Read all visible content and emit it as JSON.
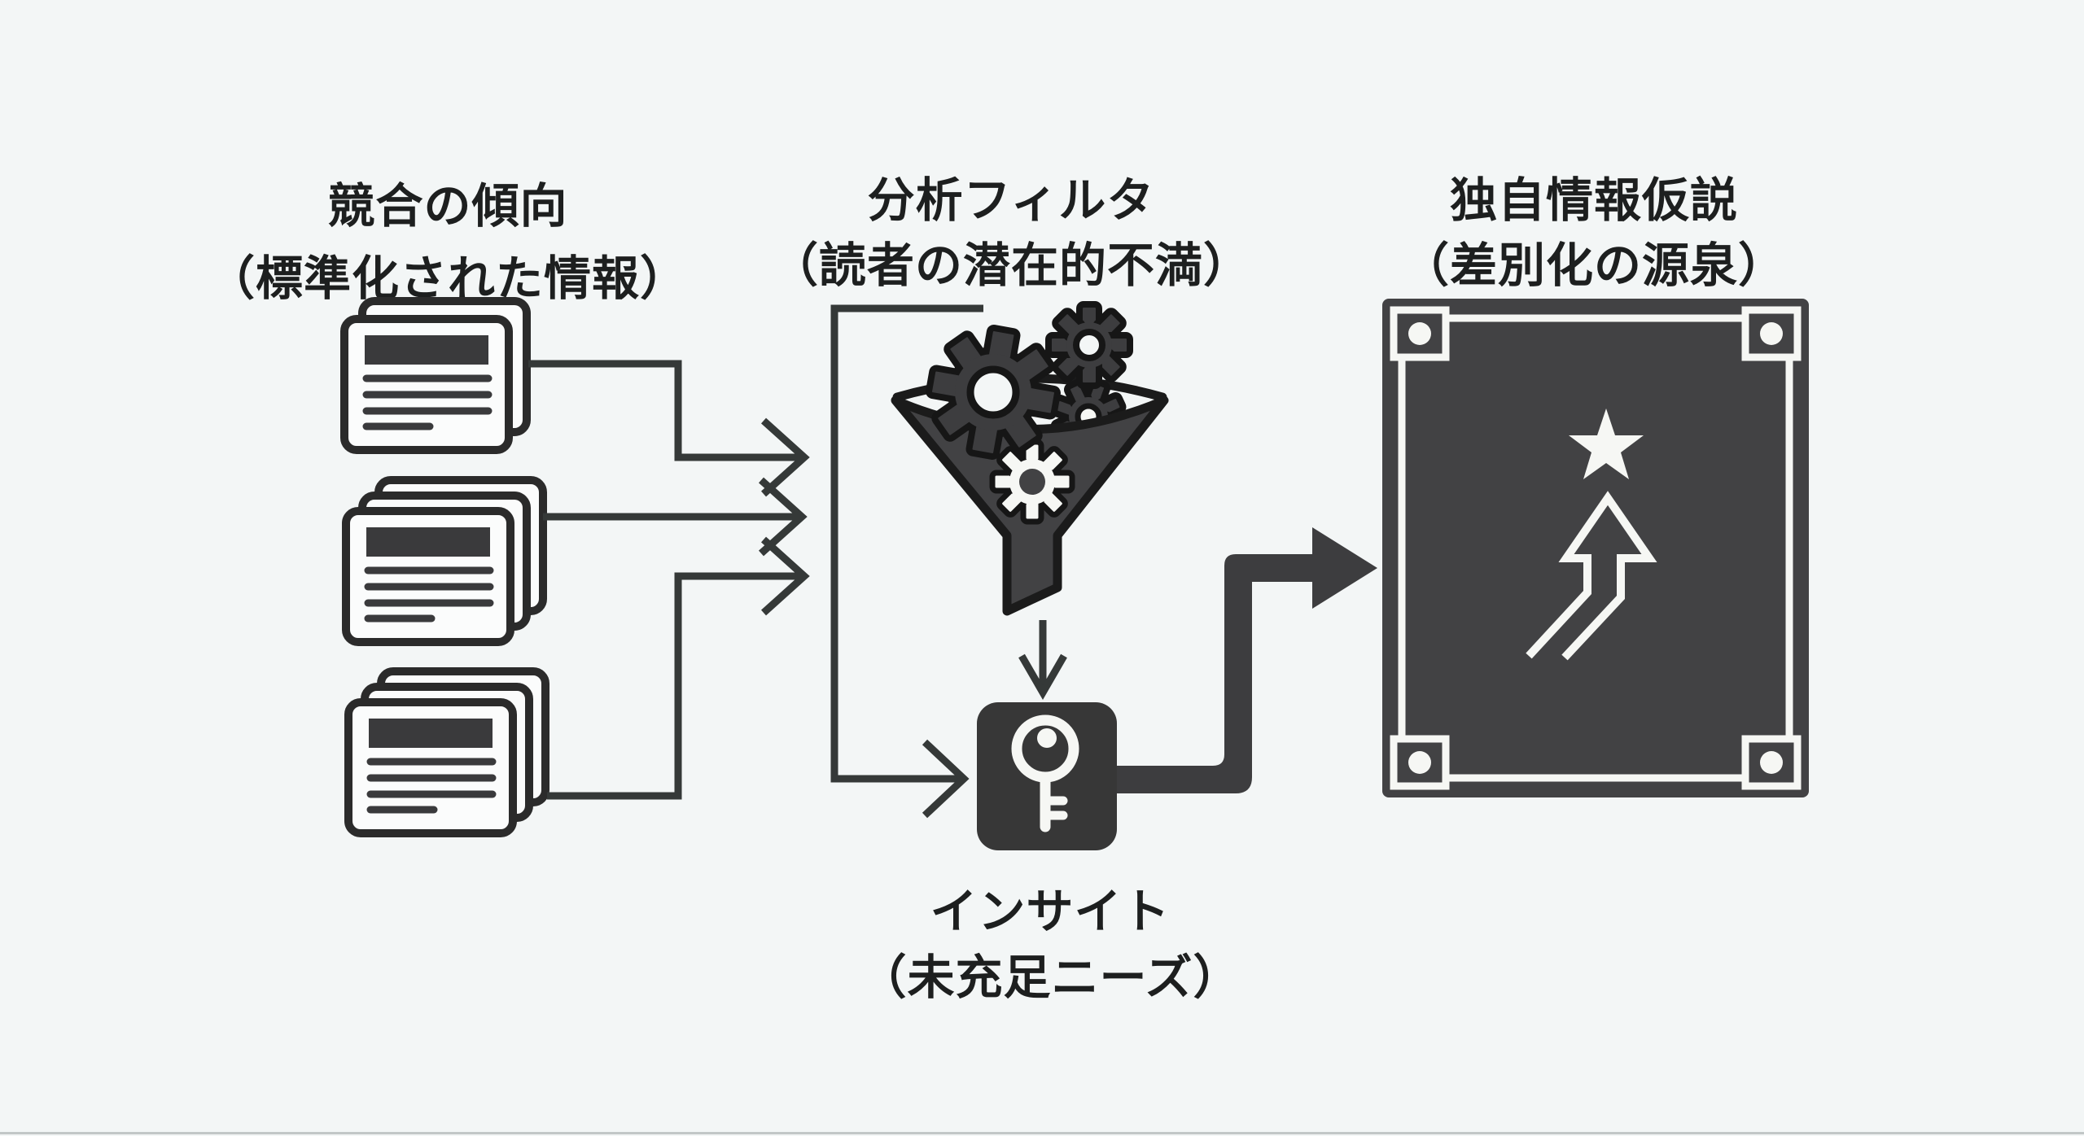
{
  "labels": {
    "source": {
      "line1": "競合の傾向",
      "line2": "（標準化された情報）"
    },
    "filter": {
      "line1": "分析フィルタ",
      "line2": "（読者の潜在的不満）"
    },
    "hypothesis": {
      "line1": "独自情報仮説",
      "line2": "（差別化の源泉）"
    },
    "insight": {
      "line1": "インサイト",
      "line2": "（未充足ニーズ）"
    }
  },
  "icons": {
    "source": "document-stack-icon",
    "filter": "funnel-with-gears-icon",
    "insight": "key-icon",
    "hypothesis": "award-panel-with-star-and-rising-arrow-icon"
  },
  "colors": {
    "bg": "#f3f6f6",
    "ink": "#1b1b1b",
    "dark": "#3d3d3f",
    "dark2": "#373737",
    "panel": "#424244",
    "line": "#353938",
    "white": "#f6f7f4",
    "card": "#fbfcfc",
    "text": "#1d1f1f"
  }
}
